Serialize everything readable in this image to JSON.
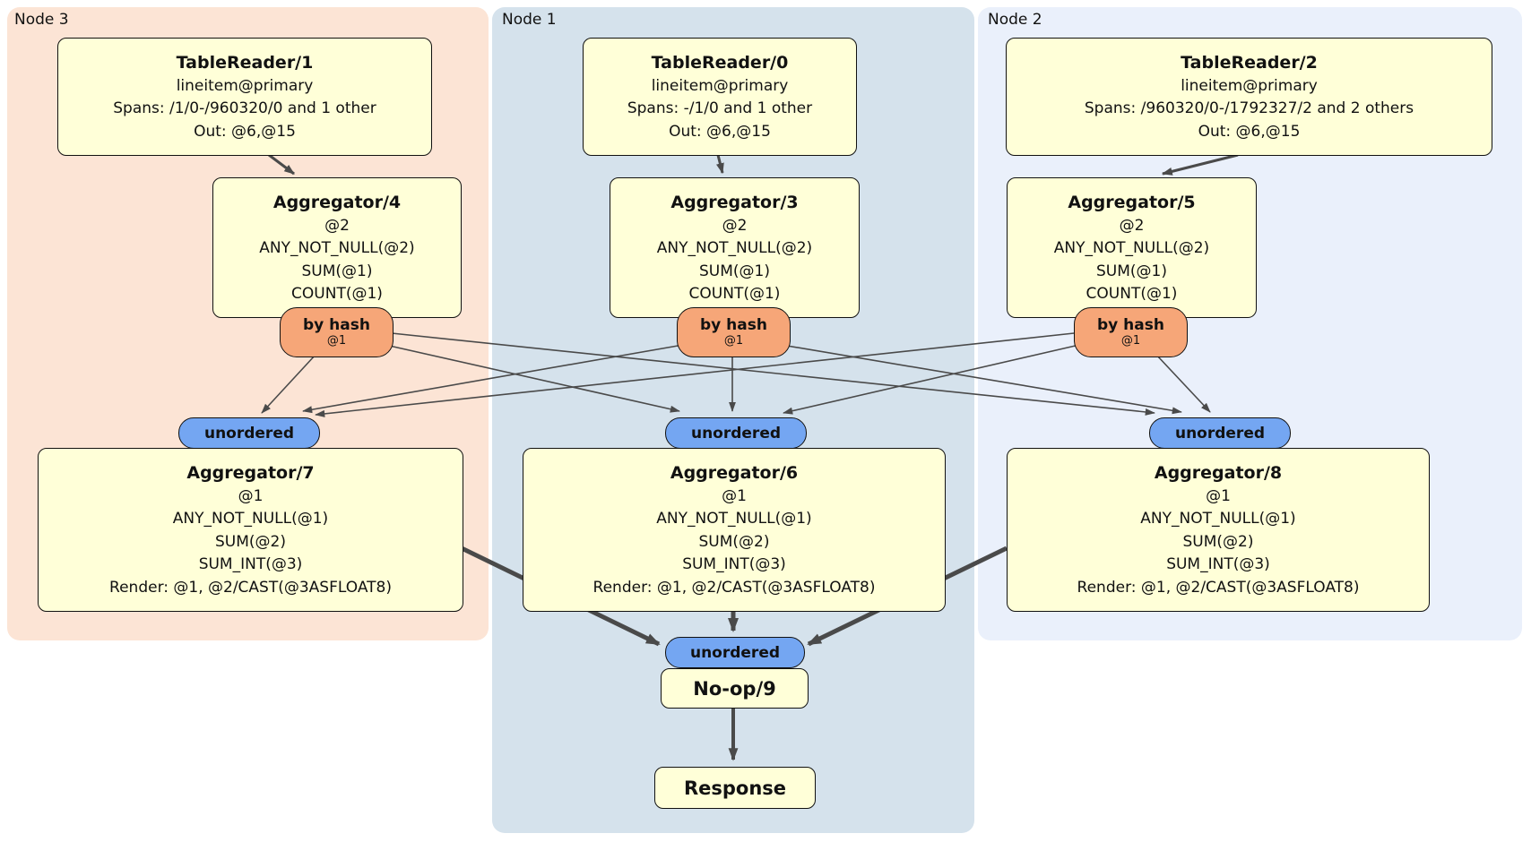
{
  "groups": [
    {
      "label": "Node 3"
    },
    {
      "label": "Node 1"
    },
    {
      "label": "Node 2"
    }
  ],
  "processors": {
    "tr1": {
      "title": "TableReader/1",
      "lines": [
        "lineitem@primary",
        "Spans: /1/0-/960320/0 and 1 other",
        "Out: @6,@15"
      ]
    },
    "tr0": {
      "title": "TableReader/0",
      "lines": [
        "lineitem@primary",
        "Spans: -/1/0 and 1 other",
        "Out: @6,@15"
      ]
    },
    "tr2": {
      "title": "TableReader/2",
      "lines": [
        "lineitem@primary",
        "Spans: /960320/0-/1792327/2 and 2 others",
        "Out: @6,@15"
      ]
    },
    "agg4": {
      "title": "Aggregator/4",
      "lines": [
        "@2",
        "ANY_NOT_NULL(@2)",
        "SUM(@1)",
        "COUNT(@1)"
      ]
    },
    "agg3": {
      "title": "Aggregator/3",
      "lines": [
        "@2",
        "ANY_NOT_NULL(@2)",
        "SUM(@1)",
        "COUNT(@1)"
      ]
    },
    "agg5": {
      "title": "Aggregator/5",
      "lines": [
        "@2",
        "ANY_NOT_NULL(@2)",
        "SUM(@1)",
        "COUNT(@1)"
      ]
    },
    "agg7": {
      "title": "Aggregator/7",
      "lines": [
        "@1",
        "ANY_NOT_NULL(@1)",
        "SUM(@2)",
        "SUM_INT(@3)",
        "Render: @1, @2/CAST(@3ASFLOAT8)"
      ]
    },
    "agg6": {
      "title": "Aggregator/6",
      "lines": [
        "@1",
        "ANY_NOT_NULL(@1)",
        "SUM(@2)",
        "SUM_INT(@3)",
        "Render: @1, @2/CAST(@3ASFLOAT8)"
      ]
    },
    "agg8": {
      "title": "Aggregator/8",
      "lines": [
        "@1",
        "ANY_NOT_NULL(@1)",
        "SUM(@2)",
        "SUM_INT(@3)",
        "Render: @1, @2/CAST(@3ASFLOAT8)"
      ]
    },
    "noop": {
      "title": "No-op/9"
    },
    "response": {
      "title": "Response"
    }
  },
  "routers": [
    {
      "label": "by hash",
      "detail": "@1"
    },
    {
      "label": "by hash",
      "detail": "@1"
    },
    {
      "label": "by hash",
      "detail": "@1"
    }
  ],
  "syncs": [
    {
      "label": "unordered"
    },
    {
      "label": "unordered"
    },
    {
      "label": "unordered"
    },
    {
      "label": "unordered"
    }
  ],
  "colors": {
    "panel_node3": "#fce4d5",
    "panel_node1": "#d5e2ec",
    "panel_node2": "#eaf0fb",
    "box_fill": "#ffffd8",
    "router_fill": "#f6a678",
    "sync_fill": "#74a6f2",
    "edge": "#4a4a4a"
  }
}
